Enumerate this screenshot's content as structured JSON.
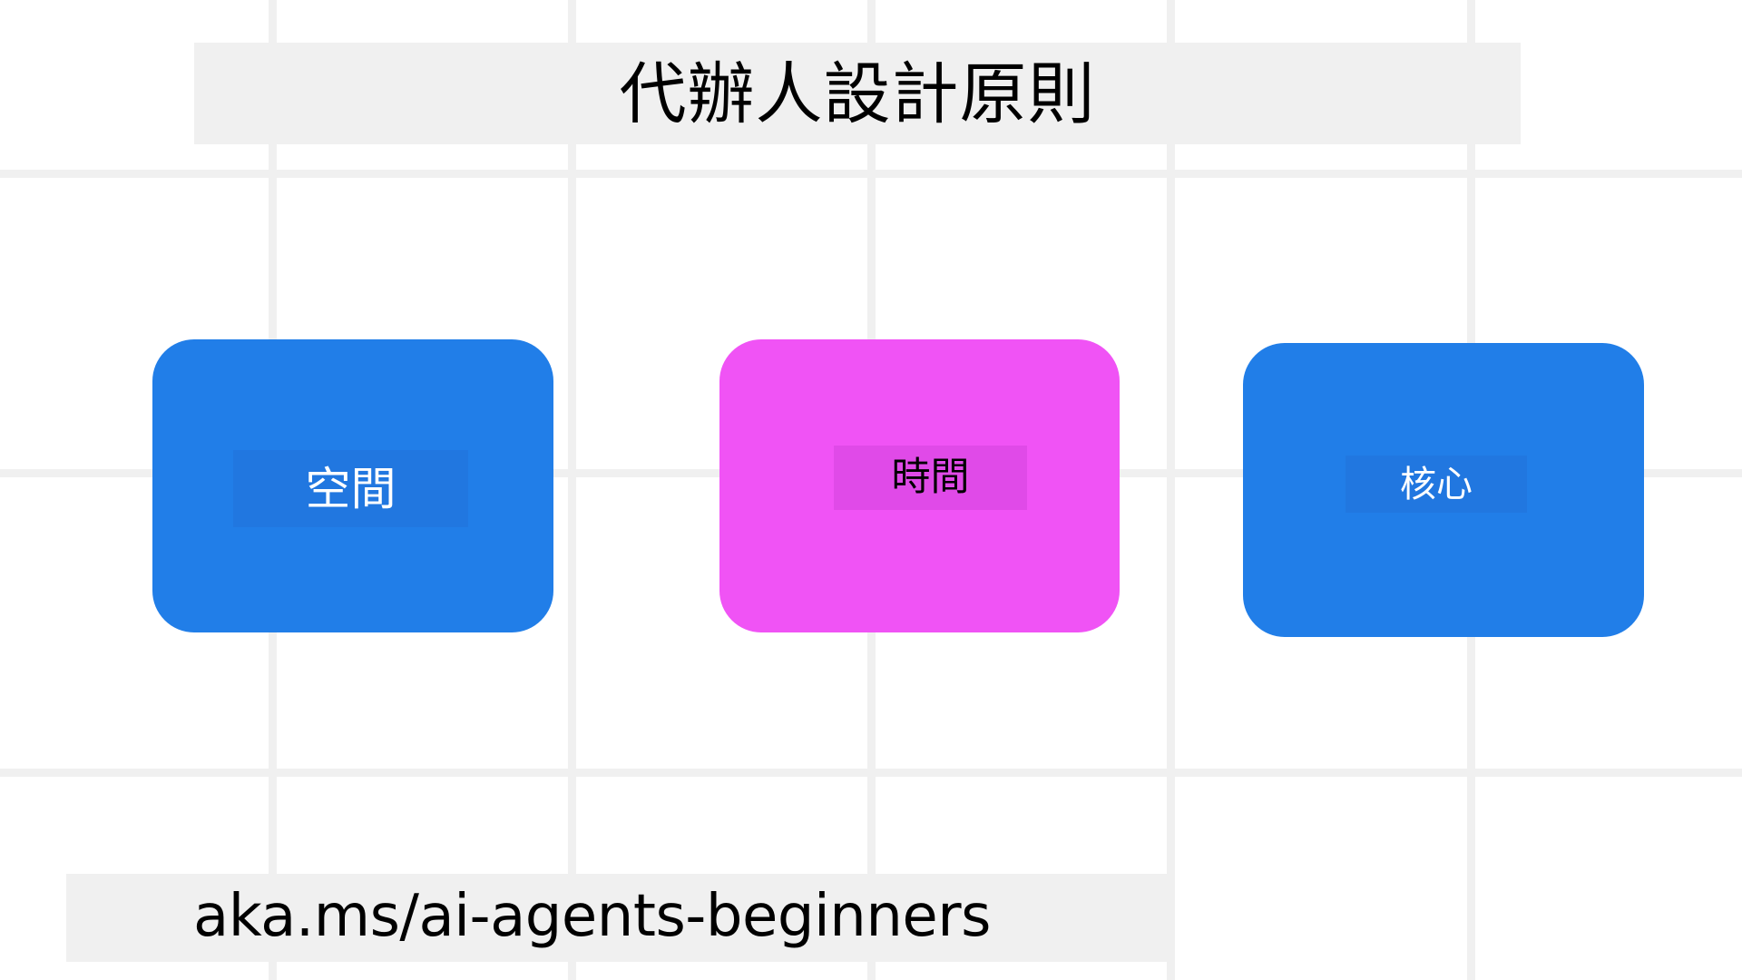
{
  "slide": {
    "title": "代辦人設計原則",
    "footer_link": "aka.ms/ai-agents-beginners"
  },
  "colors": {
    "background": "#ffffff",
    "grid": "#f0f0f0",
    "banner": "#f0f0f0",
    "blue": "#217ee8",
    "blue_label": "#2177e0",
    "pink": "#f053f5",
    "pink_label": "#e04ae8",
    "text_dark": "#000000",
    "text_light": "#ffffff"
  },
  "principles": [
    {
      "label": "空間",
      "color": "#217ee8",
      "text_color": "#ffffff"
    },
    {
      "label": "時間",
      "color": "#f053f5",
      "text_color": "#000000"
    },
    {
      "label": "核心",
      "color": "#217ee8",
      "text_color": "#ffffff"
    }
  ]
}
